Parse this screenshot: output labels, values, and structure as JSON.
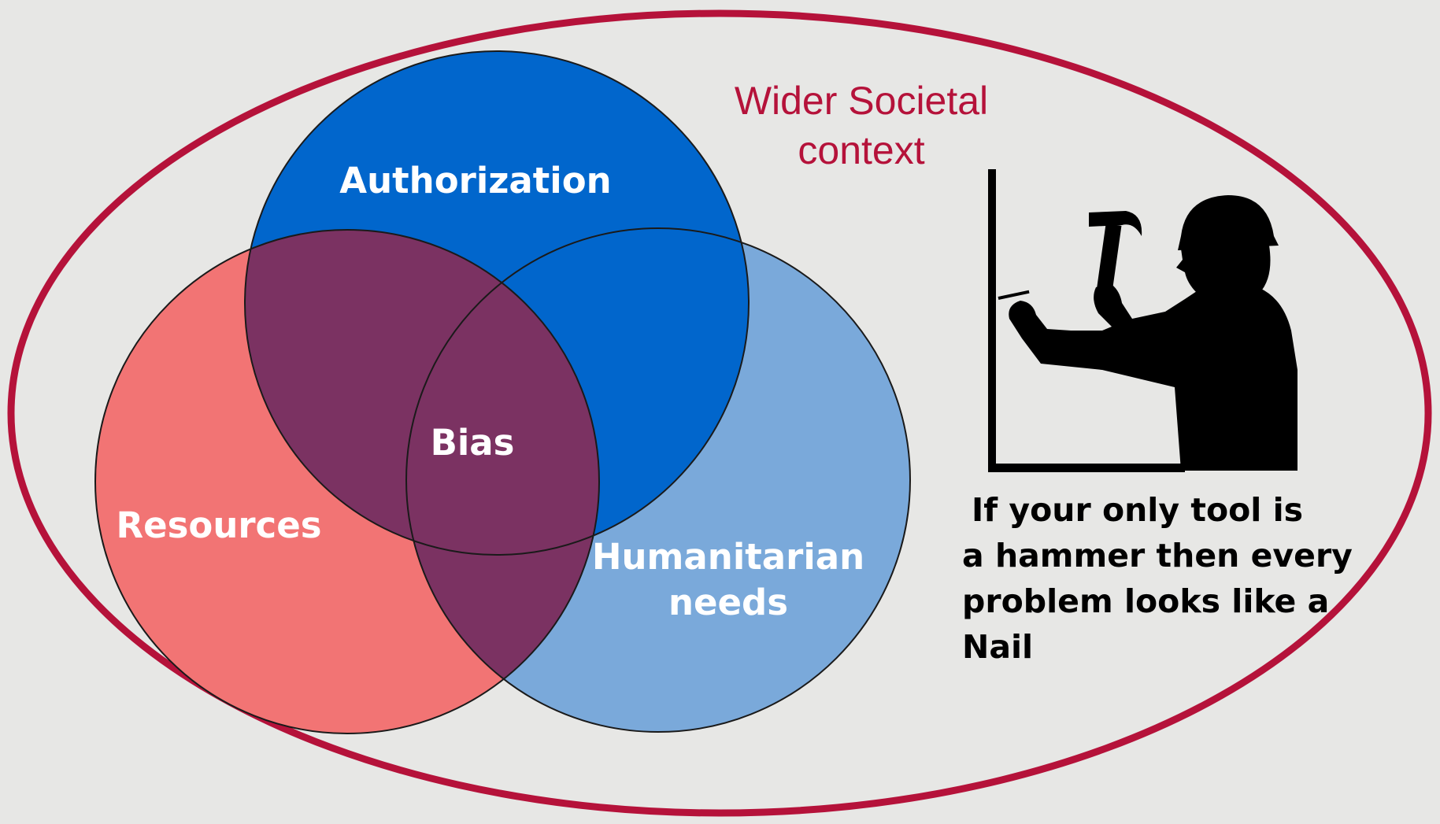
{
  "diagram": {
    "context": {
      "label_line1": "Wider Societal",
      "label_line2": "context",
      "color": "#b5123a"
    },
    "circles": {
      "authorization": {
        "label": "Authorization",
        "color": "#0166cc"
      },
      "resources": {
        "label": "Resources",
        "color": "#f27474"
      },
      "humanitarian": {
        "label_line1": "Humanitarian",
        "label_line2": "needs",
        "color": "#7aa9da"
      },
      "overlap_color": "#7b3262"
    },
    "center": {
      "label": "Bias"
    },
    "illustration": {
      "icon": "hammer-worker-silhouette-icon"
    },
    "quote": {
      "line1": "If your only tool is",
      "line2": "a hammer then every",
      "line3": "problem looks like a",
      "line4": "Nail"
    },
    "background_color": "#e7e7e5"
  }
}
